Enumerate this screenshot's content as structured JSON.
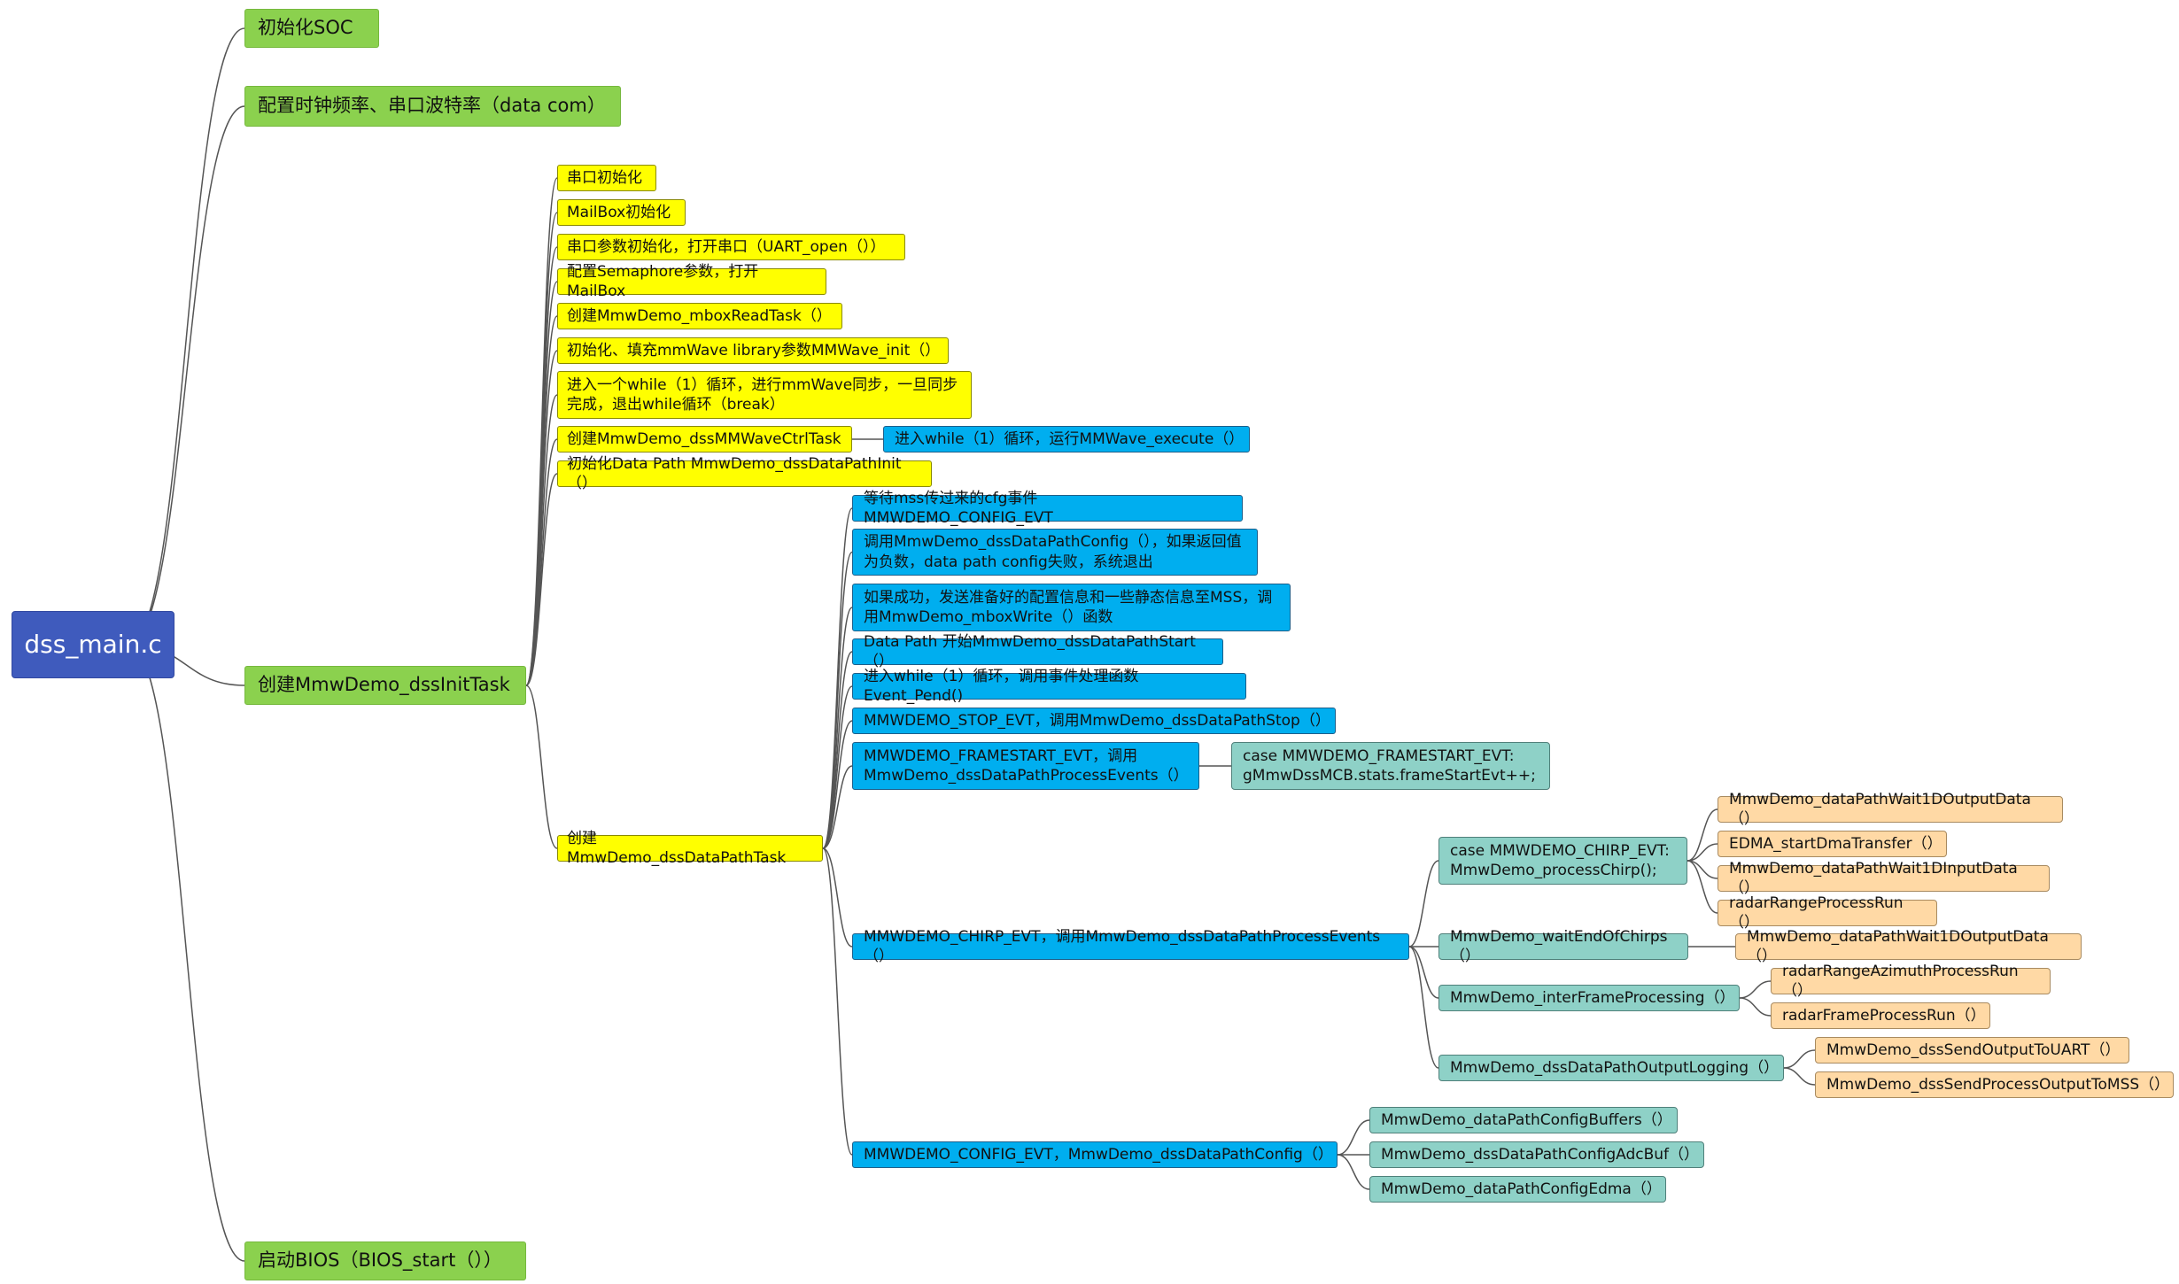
{
  "root": {
    "label": "dss_main.c"
  },
  "level1": [
    {
      "label": "初始化SOC"
    },
    {
      "label": "配置时钟频率、串口波特率（data com）"
    },
    {
      "label": "创建MmwDemo_dssInitTask"
    },
    {
      "label": "启动BIOS（BIOS_start（））"
    }
  ],
  "init_task": [
    {
      "label": "串口初始化"
    },
    {
      "label": "MailBox初始化"
    },
    {
      "label": "串口参数初始化，打开串口（UART_open（））"
    },
    {
      "label": "配置Semaphore参数，打开MailBox"
    },
    {
      "label": "创建MmwDemo_mboxReadTask（）"
    },
    {
      "label": "初始化、填充mmWave library参数MMWave_init（）"
    },
    {
      "label": "进入一个while（1）循环，进行mmWave同步，一旦同步\n完成，退出while循环（break）"
    },
    {
      "label": "创建MmwDemo_dssMMWaveCtrlTask"
    },
    {
      "label": "初始化Data Path MmwDemo_dssDataPathInit（）"
    },
    {
      "label": "创建MmwDemo_dssDataPathTask"
    }
  ],
  "ctrl_task_child": {
    "label": "进入while（1）循环，运行MMWave_execute（）"
  },
  "datapath_task": [
    {
      "label": "等待mss传过来的cfg事件 MMWDEMO_CONFIG_EVT"
    },
    {
      "label": "调用MmwDemo_dssDataPathConfig（），如果返回值\n为负数，data path config失败，系统退出"
    },
    {
      "label": "如果成功，发送准备好的配置信息和一些静态信息至MSS，调\n用MmwDemo_mboxWrite（）函数"
    },
    {
      "label": "Data Path 开始MmwDemo_dssDataPathStart（）"
    },
    {
      "label": "进入while（1）循环，调用事件处理函数 Event_Pend()"
    },
    {
      "label": "MMWDEMO_STOP_EVT，调用MmwDemo_dssDataPathStop（）"
    },
    {
      "label": "MMWDEMO_FRAMESTART_EVT，调用\nMmwDemo_dssDataPathProcessEvents（）"
    },
    {
      "label": "MMWDEMO_CHIRP_EVT，调用MmwDemo_dssDataPathProcessEvents（）"
    },
    {
      "label": "MMWDEMO_CONFIG_EVT，MmwDemo_dssDataPathConfig（）"
    }
  ],
  "framestart_case": {
    "label": "case MMWDEMO_FRAMESTART_EVT:\ngMmwDssMCB.stats.frameStartEvt++;"
  },
  "chirp_children": [
    {
      "label": "case MMWDEMO_CHIRP_EVT:\nMmwDemo_processChirp();"
    },
    {
      "label": "MmwDemo_waitEndOfChirps（）"
    },
    {
      "label": "MmwDemo_interFrameProcessing（）"
    },
    {
      "label": "MmwDemo_dssDataPathOutputLogging（）"
    }
  ],
  "process_chirp_children": [
    {
      "label": "MmwDemo_dataPathWait1DOutputData（）"
    },
    {
      "label": "EDMA_startDmaTransfer（）"
    },
    {
      "label": "MmwDemo_dataPathWait1DInputData（）"
    },
    {
      "label": "radarRangeProcessRun（）"
    }
  ],
  "wait_end_child": {
    "label": "MmwDemo_dataPathWait1DOutputData（）"
  },
  "interframe_children": [
    {
      "label": "radarRangeAzimuthProcessRun（）"
    },
    {
      "label": "radarFrameProcessRun（）"
    }
  ],
  "logging_children": [
    {
      "label": "MmwDemo_dssSendOutputToUART（）"
    },
    {
      "label": "MmwDemo_dssSendProcessOutputToMSS（）"
    }
  ],
  "config_children": [
    {
      "label": "MmwDemo_dataPathConfigBuffers（）"
    },
    {
      "label": "MmwDemo_dssDataPathConfigAdcBuf（）"
    },
    {
      "label": "MmwDemo_dataPathConfigEdma（）"
    }
  ],
  "colors": {
    "root": "#3f5bbd",
    "level1": "#8bd14e",
    "yellow": "#ffff00",
    "blue": "#00aeef",
    "teal": "#8ed1c7",
    "peach": "#ffd9a5"
  }
}
